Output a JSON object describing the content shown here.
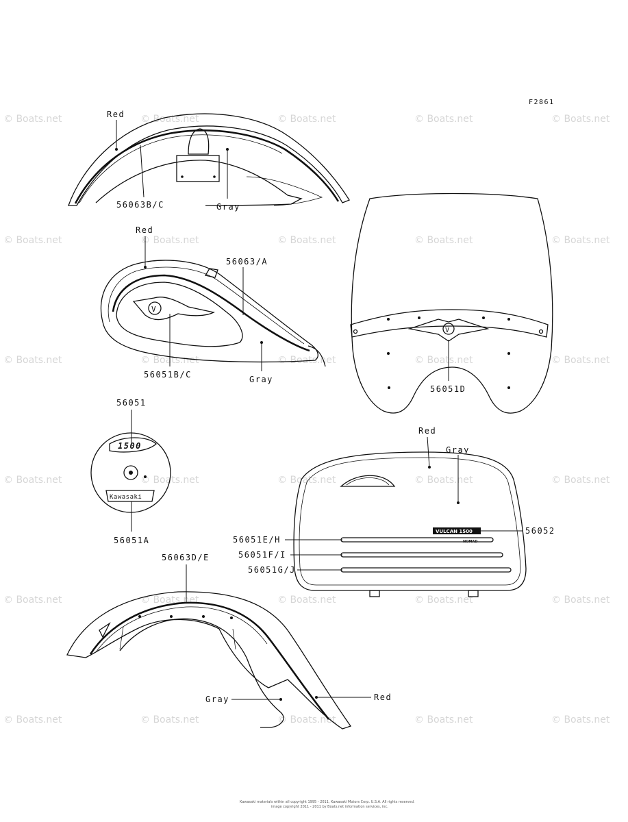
{
  "figure_code": "F2861",
  "watermark": "© Boats.net",
  "footer_line1": "Kawasaki materials within all copyright 1995 - 2011, Kawasaki Motors Corp. U.S.A. All rights reserved.",
  "footer_line2": "image copyright 2011 - 2011 by Boats.net information services, inc.",
  "rear_fender": {
    "color_red": "Red",
    "color_gray": "Gray",
    "part": "56063B/C"
  },
  "fuel_tank": {
    "color_red": "Red",
    "color_gray": "Gray",
    "part_stripe": "56063/A",
    "part_emblem": "56051B/C"
  },
  "windshield": {
    "part": "56051D"
  },
  "round_emblem": {
    "part_top": "56051",
    "part_bottom": "56051A",
    "badge_number": "1500",
    "badge_brand": "Kawasaki"
  },
  "saddlebag": {
    "color_red": "Red",
    "color_gray": "Gray",
    "part_badge": "56052",
    "part_stripe1": "56051E/H",
    "part_stripe2": "56051F/I",
    "part_stripe3": "56051G/J",
    "badge_text": "VULCAN 1500",
    "badge_subtext": "NOMAD"
  },
  "front_fender": {
    "part": "56063D/E",
    "color_gray": "Gray",
    "color_red": "Red"
  }
}
